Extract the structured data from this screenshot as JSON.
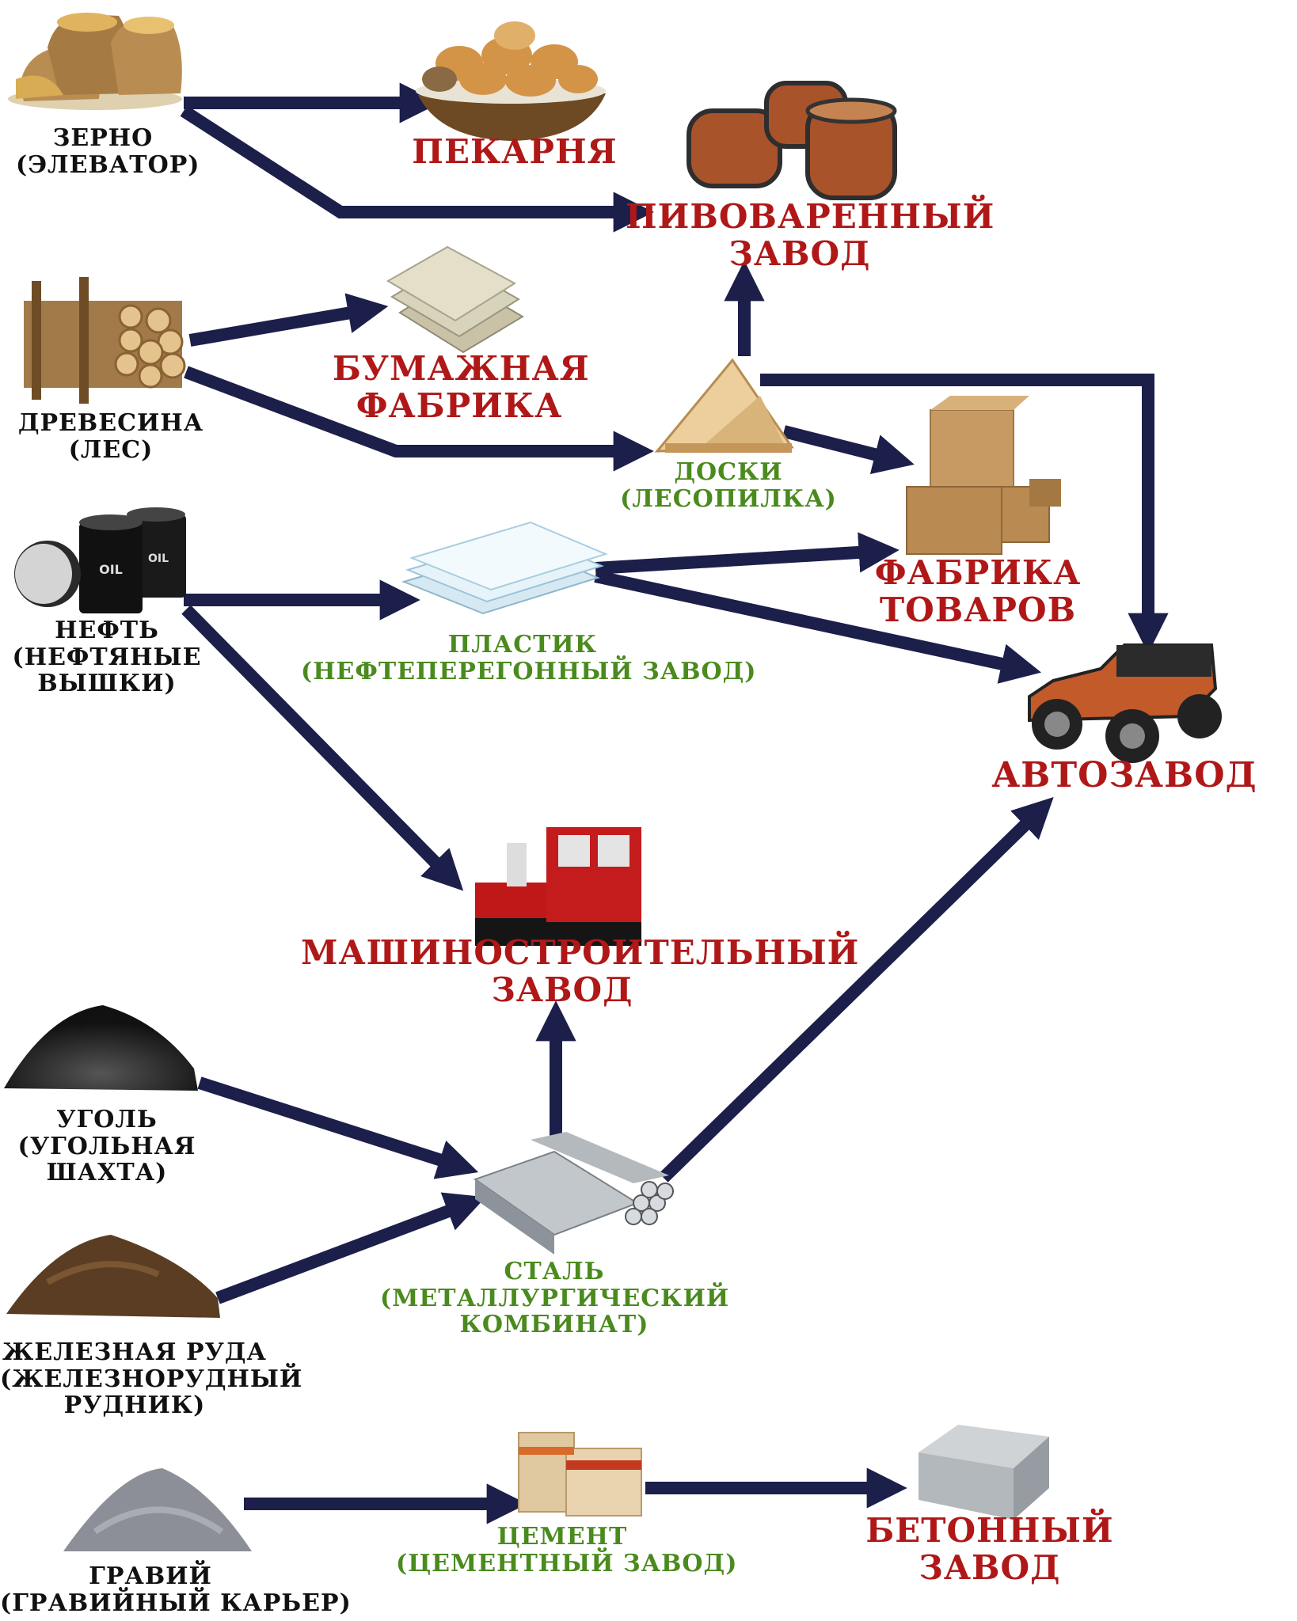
{
  "colors": {
    "arrow": "#1c1f4a",
    "final_label": "#b01818",
    "intermediate_label": "#4a8a1e",
    "raw_label": "#111111"
  },
  "raw": {
    "grain": {
      "line1": "Зерно",
      "line2": "(элеватор)",
      "icon": "grain-sacks-icon"
    },
    "wood": {
      "line1": "Древесина",
      "line2": "(лес)",
      "icon": "log-pile-icon"
    },
    "oil": {
      "line1": "Нефть",
      "line2": "(нефтяные",
      "line3": "вышки)",
      "icon": "oil-barrels-icon"
    },
    "coal": {
      "line1": "Уголь",
      "line2": "(угольная",
      "line3": "шахта)",
      "icon": "coal-pile-icon"
    },
    "iron": {
      "line1": "Железная руда",
      "line2": "(железнорудный",
      "line3": "рудник)",
      "icon": "ore-pile-icon"
    },
    "gravel": {
      "line1": "Гравий",
      "line2": "(гравийный карьер)",
      "icon": "gravel-pile-icon"
    }
  },
  "intermediate": {
    "boards": {
      "line1": "Доски",
      "line2": "(лесопилка)",
      "icon": "planks-icon"
    },
    "plastic": {
      "line1": "Пластик",
      "line2": "(нефтеперегонный завод)",
      "icon": "plastic-sheets-icon"
    },
    "steel": {
      "line1": "Сталь",
      "line2": "(металлургический",
      "line3": "комбинат)",
      "icon": "steel-pipes-icon"
    },
    "cement": {
      "line1": "Цемент",
      "line2": "(цементный завод)",
      "icon": "cement-bags-icon"
    }
  },
  "final": {
    "bakery": {
      "line1": "Пекарня",
      "icon": "bread-basket-icon"
    },
    "brewery": {
      "line1": "Пивоваренный",
      "line2": "завод",
      "icon": "barrels-icon"
    },
    "paper": {
      "line1": "Бумажная",
      "line2": "фабрика",
      "icon": "paper-stack-icon"
    },
    "goods": {
      "line1": "Фабрика",
      "line2": "товаров",
      "icon": "boxes-icon"
    },
    "auto": {
      "line1": "Автозавод",
      "icon": "vintage-car-icon"
    },
    "machinery": {
      "line1": "Машиностроительный",
      "line2": "завод",
      "icon": "locomotive-icon"
    },
    "concrete": {
      "line1": "Бетонный",
      "line2": "завод",
      "icon": "concrete-block-icon"
    }
  }
}
